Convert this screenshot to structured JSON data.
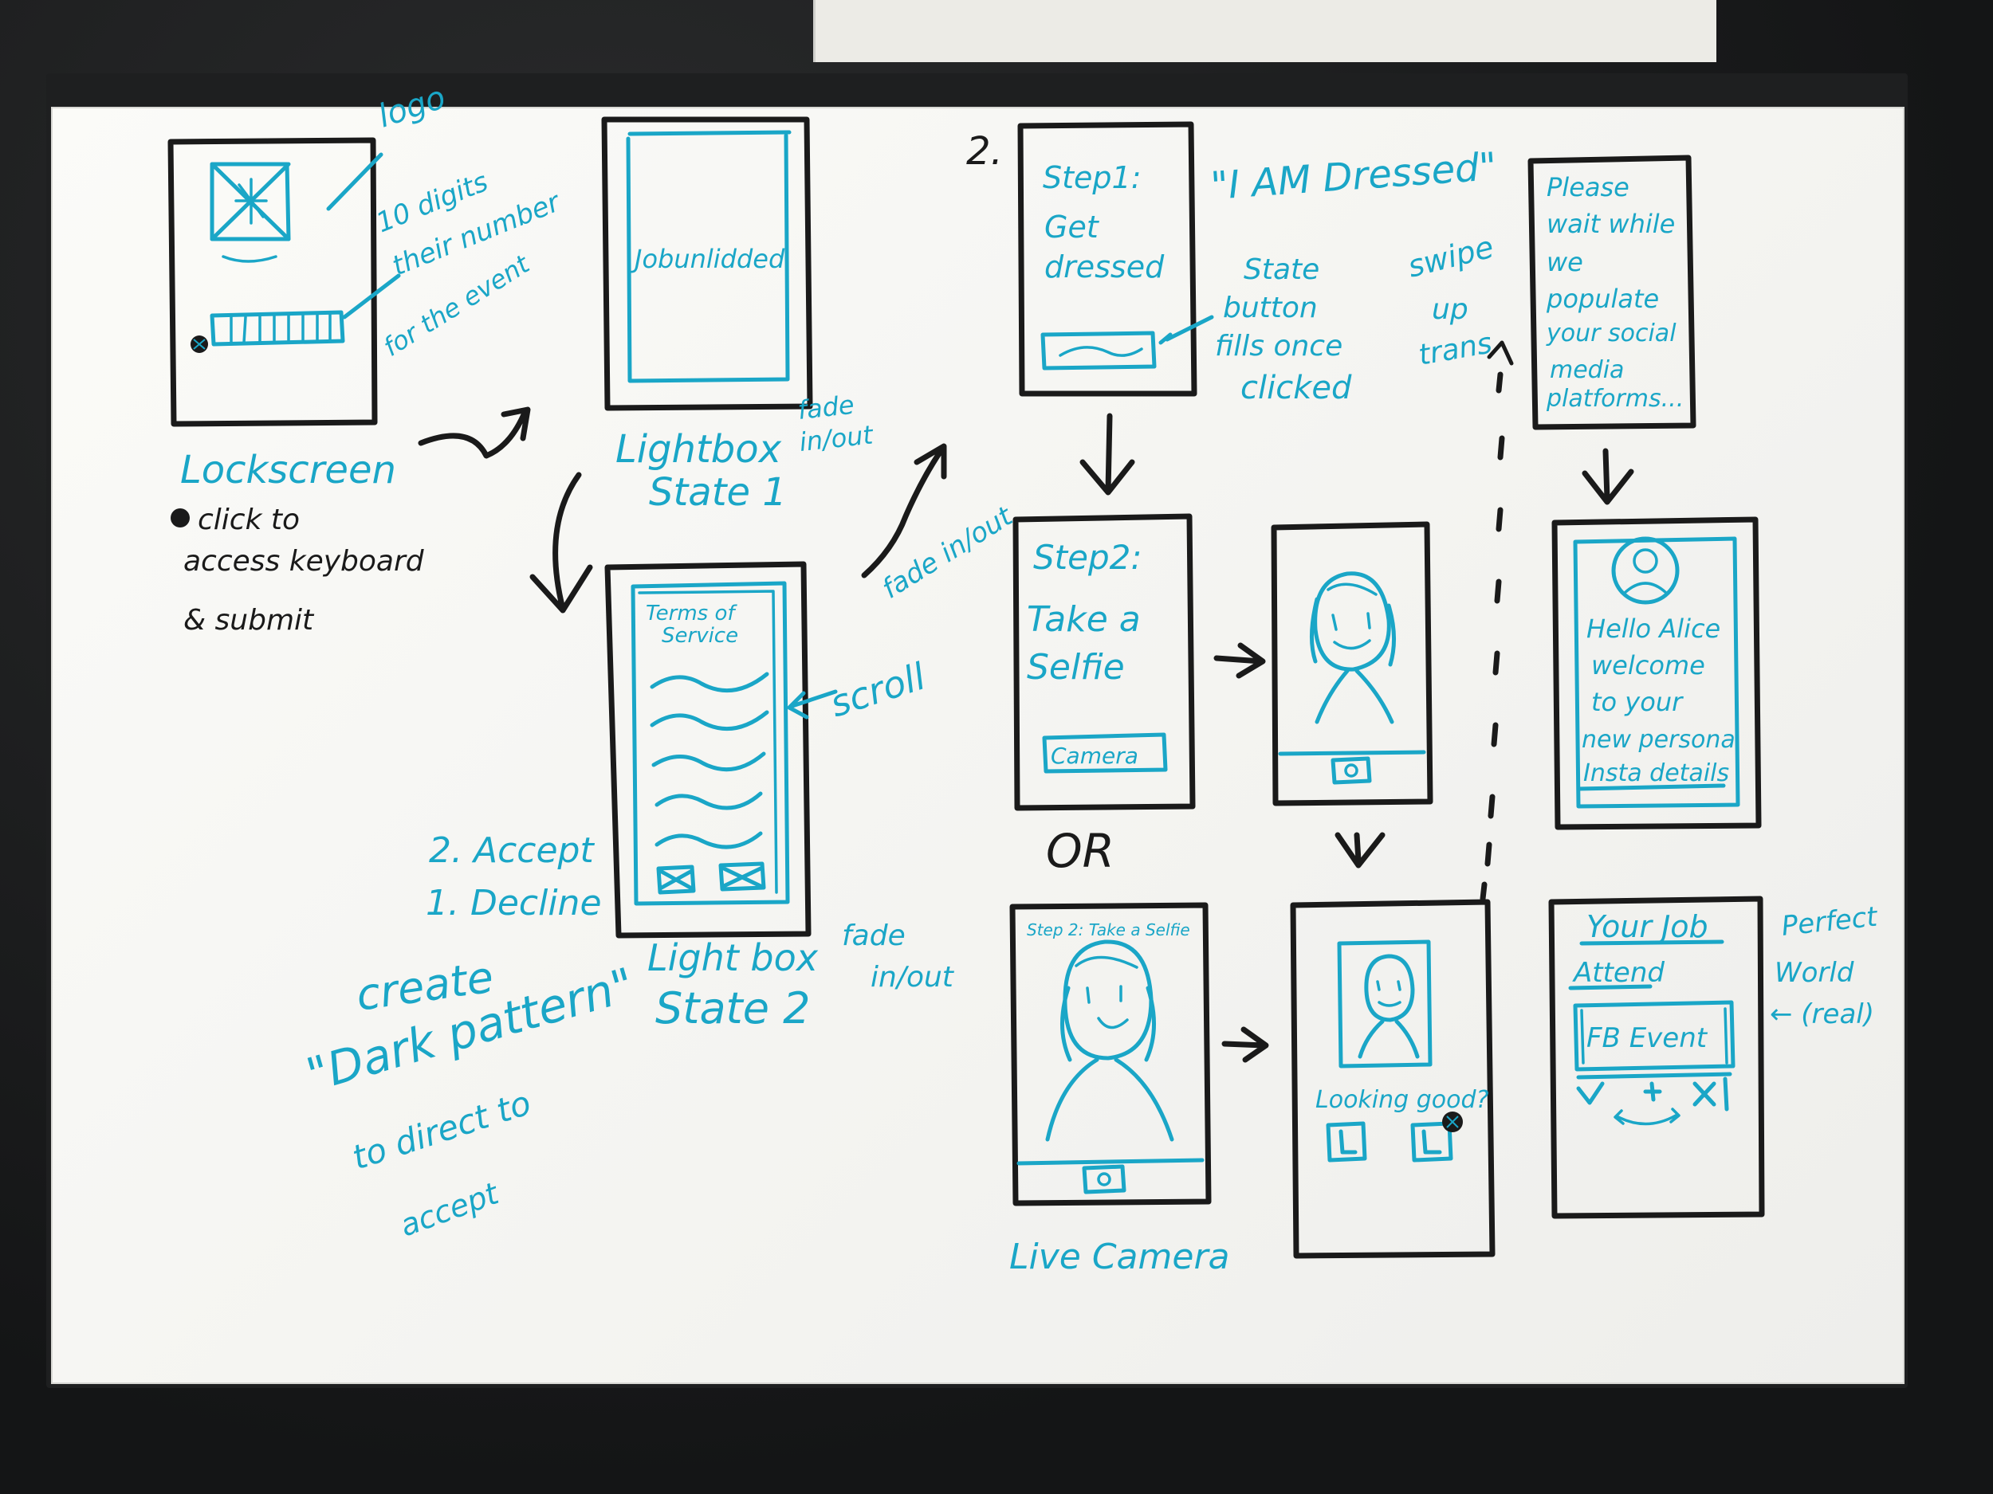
{
  "step_numbers": {
    "row_one": "2."
  },
  "lockscreen": {
    "logo_note": "logo",
    "digits_note": [
      "10 digits",
      "their number",
      "for the event"
    ],
    "caption": "Lockscreen",
    "instructions": [
      "click to",
      "access keyboard",
      "& submit"
    ]
  },
  "lightbox_state_1": {
    "screen_text": "Jobunlidded",
    "caption": [
      "Lightbox",
      "State 1"
    ],
    "transition_note": [
      "fade",
      "in/out"
    ]
  },
  "lightbox_state_2": {
    "screen_title": [
      "Terms of",
      "Service"
    ],
    "scroll_note": "scroll",
    "transition_note": "fade in/out",
    "options": [
      "2. Accept",
      "1. Decline"
    ],
    "caption": [
      "Light box",
      "State 2"
    ],
    "fade_note": [
      "fade",
      "in/out"
    ],
    "dark_pattern_note": [
      "create",
      "\"Dark pattern\"",
      "to direct to",
      "accept"
    ]
  },
  "step_1": {
    "screen_text": [
      "Step1:",
      "Get",
      "dressed"
    ],
    "quote": "\"I AM Dressed\"",
    "button_note": [
      "State",
      "button",
      "fills once",
      "clicked"
    ],
    "swipe_note": [
      "swipe",
      "up",
      "trans"
    ]
  },
  "step_2": {
    "screen_text": [
      "Step2:",
      "Take a",
      "Selfie"
    ],
    "button_label": "Camera",
    "or_label": "OR"
  },
  "step_2_alt": {
    "screen_text": "Step 2: Take a Selfie",
    "caption": "Live Camera"
  },
  "confirm_photo": {
    "question": "Looking good?"
  },
  "loading": {
    "screen_text": [
      "Please",
      "wait while",
      "we",
      "populate",
      "your social",
      "media",
      "platforms..."
    ]
  },
  "welcome": {
    "screen_text": [
      "Hello Alice",
      "welcome",
      "to your",
      "new persona",
      "Insta details"
    ]
  },
  "your_job": {
    "title": "Your Job",
    "attend": "Attend",
    "event": "FB Event",
    "note": [
      "Perfect",
      "World",
      "← (real)"
    ]
  },
  "colors": {
    "marker_teal": "#1aa6c7",
    "marker_black": "#1a1a1a",
    "board_white": "#f7f7f4"
  }
}
